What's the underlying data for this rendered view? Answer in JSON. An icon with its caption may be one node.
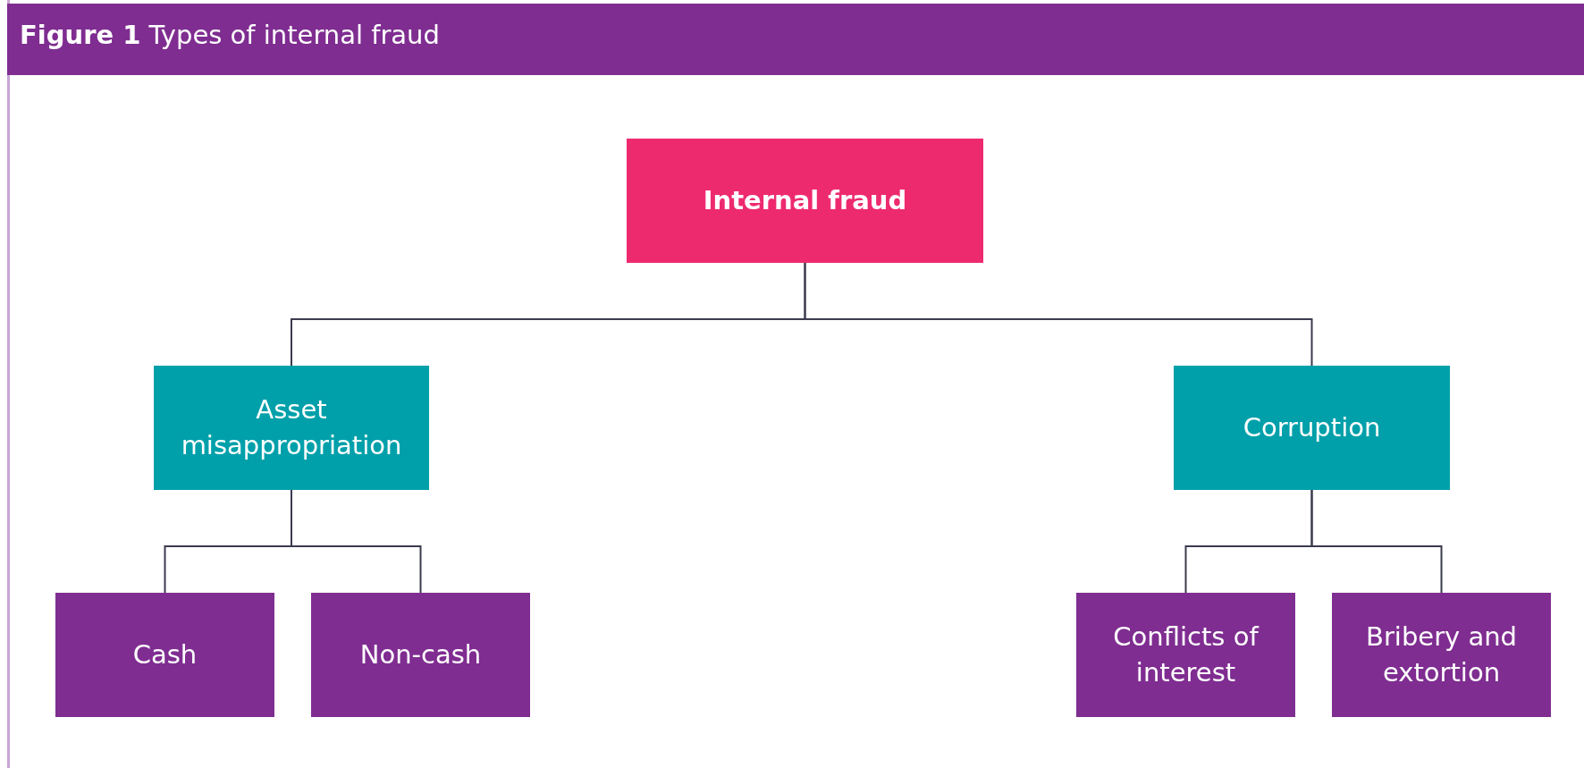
{
  "diagram": {
    "title": "**Figure 1** Types of internal fraud",
    "nodes": [
      {
        "text": [
          "Internal fraud"
        ]
      },
      {
        "text": [
          "Asset misappropriation"
        ]
      },
      {
        "text": [
          "Corruption"
        ]
      },
      {
        "text": [
          "Cash"
        ]
      },
      {
        "text": [
          "Non-cash"
        ]
      },
      {
        "text": [
          "Conflicts of interest"
        ]
      },
      {
        "text": [
          "Bribery and extortion"
        ]
      }
    ],
    "edges": [
      {
        "from": 0,
        "to": 1,
        "arrow": "none"
      },
      {
        "from": 0,
        "to": 2,
        "arrow": "none"
      },
      {
        "from": 1,
        "to": 3,
        "arrow": "none"
      },
      {
        "from": 1,
        "to": 4,
        "arrow": "none"
      },
      {
        "from": 2,
        "to": 5,
        "arrow": "none"
      },
      {
        "from": 2,
        "to": 6,
        "arrow": "none"
      }
    ]
  }
}
